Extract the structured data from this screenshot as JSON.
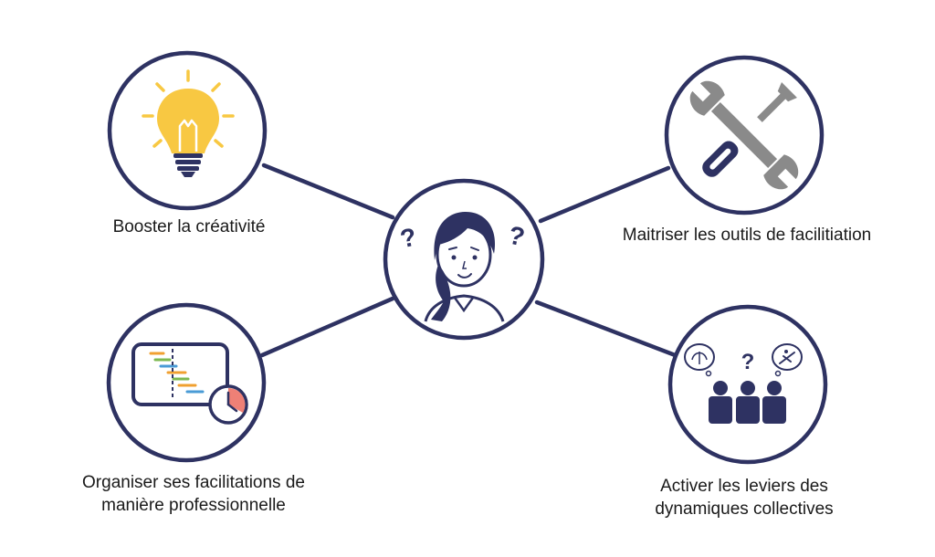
{
  "colors": {
    "navy": "#2e3262",
    "bulb_yellow": "#f8c842",
    "tool_gray": "#8a8a8a",
    "clock_red": "#ee8076",
    "gantt_orange": "#f0a030",
    "gantt_green": "#7cb850",
    "gantt_blue": "#4a9bd6",
    "text": "#1a1a1a"
  },
  "center": {
    "icon": "confused-woman-icon",
    "marks": [
      "?",
      "?"
    ]
  },
  "nodes": [
    {
      "id": "creativity",
      "icon": "lightbulb-icon",
      "label_lines": [
        "Booster la créativité"
      ]
    },
    {
      "id": "tools",
      "icon": "wrench-screwdriver-icon",
      "label_lines": [
        "Maitriser les outils de facilitiation"
      ]
    },
    {
      "id": "organize",
      "icon": "gantt-clock-icon",
      "label_lines": [
        "Organiser ses facilitations de",
        "manière professionnelle"
      ]
    },
    {
      "id": "dynamics",
      "icon": "group-thinking-icon",
      "mark": "?",
      "label_lines": [
        "Activer les leviers des",
        "dynamiques collectives"
      ]
    }
  ]
}
